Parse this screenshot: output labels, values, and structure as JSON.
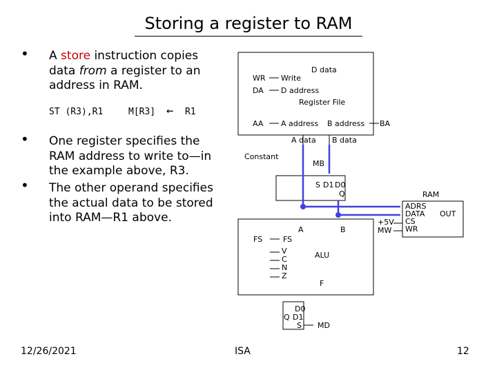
{
  "title": "Storing a register to RAM",
  "bullets": [
    {
      "pre": "A ",
      "highlight": "store",
      "mid": " instruction copies data ",
      "em": "from",
      "post": " a register to an address in RAM."
    },
    {
      "text": "One register specifies the RAM address to write to—in the example above, R3."
    },
    {
      "text": "The other operand specifies the actual data to be stored into RAM—R1 above."
    }
  ],
  "code": {
    "instr": "ST (R3),R1",
    "rtl_left": "M[R3]",
    "arrow": "←",
    "rtl_right": "R1"
  },
  "colors": {
    "highlight": "#cc0000",
    "path": "#4040e0",
    "text": "#000000"
  },
  "footer": {
    "date": "12/26/2021",
    "center": "ISA",
    "page": "12"
  },
  "diagram": {
    "regfile": {
      "wr": "WR",
      "da": "DA",
      "aa": "AA",
      "ddata": "D data",
      "write": "Write",
      "daddress": "D address",
      "name": "Register File",
      "aaddress": "A address",
      "baddress": "B address",
      "ba": "BA",
      "adata": "A data",
      "bdata": "B data"
    },
    "constant": "Constant",
    "mux_b": {
      "mb": "MB",
      "s": "S",
      "d1": "D1",
      "d0": "D0",
      "q": "Q"
    },
    "alu": {
      "fs_outer": "FS",
      "fs": "FS",
      "a": "A",
      "b": "B",
      "name": "ALU",
      "v": "V",
      "c": "C",
      "n": "N",
      "z": "Z",
      "f": "F"
    },
    "mux_d": {
      "d0": "D0",
      "q": "Q",
      "d1": "D1",
      "s": "S",
      "md": "MD"
    },
    "ram": {
      "title": "RAM",
      "adrs": "ADRS",
      "data": "DATA",
      "cs": "CS",
      "wr": "WR",
      "out": "OUT",
      "plus5v": "+5V",
      "mw": "MW"
    }
  }
}
